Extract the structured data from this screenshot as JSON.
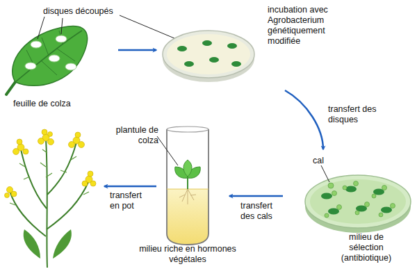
{
  "diagram": {
    "nodes": [
      {
        "text": [
          "feuille de colza"
        ]
      },
      {
        "text": [
          "incubation avec Agrobacterium génétiquement modifiée"
        ]
      },
      {
        "text": [
          "milieu de sélection (antibiotique)"
        ]
      },
      {
        "text": [
          "milieu riche en hormones végétales"
        ]
      },
      {
        "text": []
      }
    ],
    "edges": [
      {
        "from": 0,
        "to": 1,
        "arrow": "to"
      },
      {
        "from": 1,
        "to": 2,
        "label": "transfert des disques",
        "arrow": "to"
      },
      {
        "from": 2,
        "to": 3,
        "label": "transfert des cals",
        "arrow": "to"
      },
      {
        "from": 3,
        "to": 4,
        "label": "transfert en pot",
        "arrow": "to"
      }
    ],
    "labels": [
      "disques découpés",
      "cal",
      "plantule de colza"
    ]
  }
}
